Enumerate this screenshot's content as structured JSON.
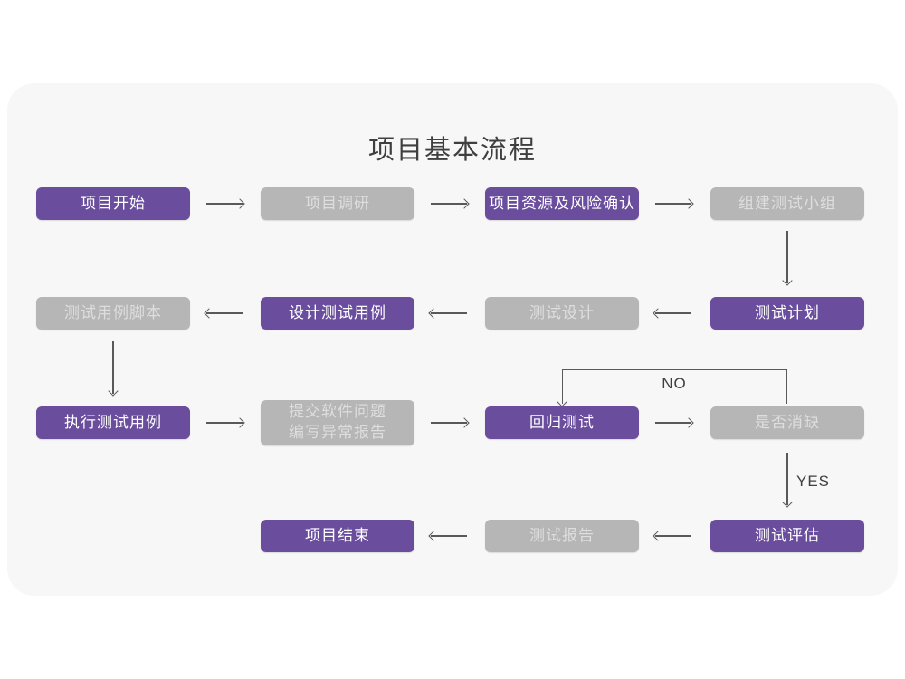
{
  "page": {
    "title": "项目基本流程"
  },
  "colors": {
    "purple": "#6b4d9e",
    "purple_text": "#ffffff",
    "gray": "#b6b6b6",
    "gray_text": "#dedede",
    "card_bg": "#f7f7f7",
    "arrow": "#595959",
    "title_text": "#3f3f3f"
  },
  "nodes": [
    {
      "label": "项目开始",
      "variant": "purple"
    },
    {
      "label": "项目调研",
      "variant": "gray"
    },
    {
      "label": "项目资源及风险确认",
      "variant": "purple"
    },
    {
      "label": "组建测试小组",
      "variant": "gray"
    },
    {
      "label": "测试用例脚本",
      "variant": "gray"
    },
    {
      "label": "设计测试用例",
      "variant": "purple"
    },
    {
      "label": "测试设计",
      "variant": "gray"
    },
    {
      "label": "测试计划",
      "variant": "purple"
    },
    {
      "label": "执行测试用例",
      "variant": "purple"
    },
    {
      "label": "提交软件问题\n编写异常报告",
      "variant": "gray"
    },
    {
      "label": "回归测试",
      "variant": "purple"
    },
    {
      "label": "是否消缺",
      "variant": "gray"
    },
    {
      "label": "项目结束",
      "variant": "purple"
    },
    {
      "label": "测试报告",
      "variant": "gray"
    },
    {
      "label": "测试评估",
      "variant": "purple"
    }
  ],
  "edge_labels": {
    "no": "NO",
    "yes": "YES"
  }
}
